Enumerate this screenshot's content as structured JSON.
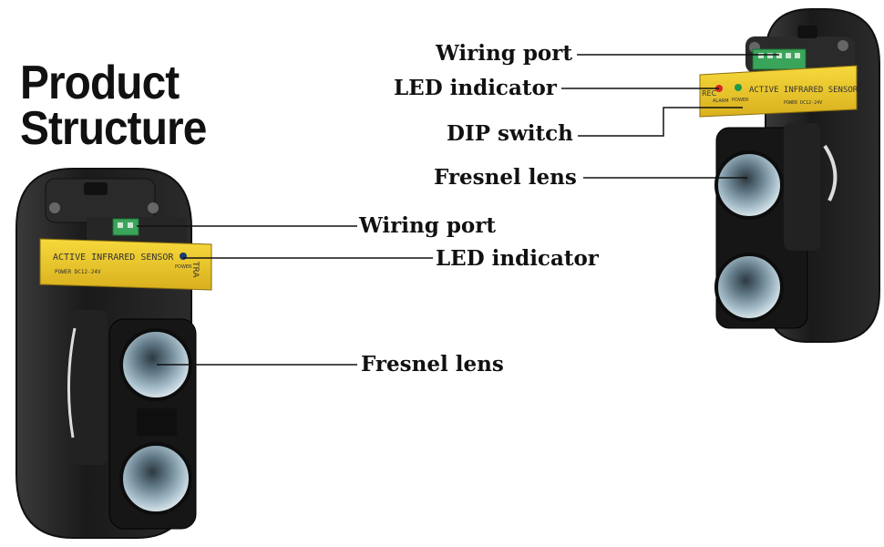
{
  "title": {
    "line1": "Product",
    "line2": "Structure"
  },
  "left_device": {
    "band_text": "ACTIVE INFRARED SENSOR",
    "band_subtext": "POWER DC12-24V",
    "power_text": "POWER",
    "edge_text": "TRA",
    "labels": {
      "wiring_port": "Wiring port",
      "led_indicator": "LED indicator",
      "fresnel_lens": "Fresnel lens"
    }
  },
  "right_device": {
    "band_text": "ACTIVE INFRARED SENSOR",
    "band_subtext": "POWER DC12-24V",
    "alarm_text": "ALARM",
    "power_text": "POWER",
    "edge_text": "REC",
    "labels": {
      "wiring_port": "Wiring port",
      "led_indicator": "LED indicator",
      "dip_switch": "DIP switch",
      "fresnel_lens": "Fresnel lens"
    }
  },
  "colors": {
    "band_yellow": "#f2cf2a",
    "housing_black": "#1c1c1c",
    "terminal_green": "#3aa55a",
    "led_red": "#d8261f",
    "led_green": "#1f9a4a",
    "lens_blue": "#9fb7c4"
  }
}
